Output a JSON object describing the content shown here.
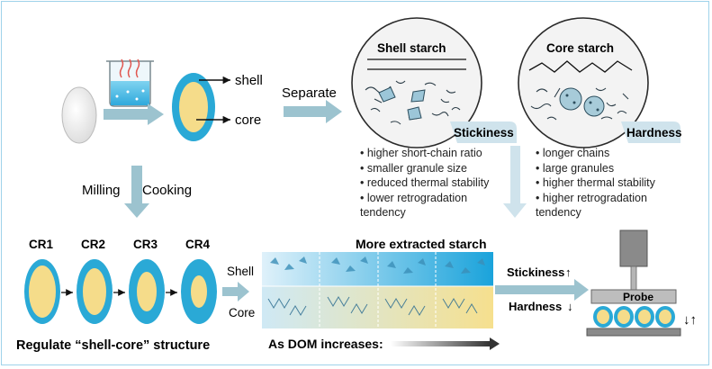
{
  "labels": {
    "shell": "shell",
    "core": "core",
    "separate": "Separate",
    "milling": "Milling",
    "cooking": "Cooking",
    "shell_starch": "Shell starch",
    "core_starch": "Core starch",
    "stickiness_badge": "Stickiness",
    "hardness_badge": "Hardness",
    "cr1": "CR1",
    "cr2": "CR2",
    "cr3": "CR3",
    "cr4": "CR4",
    "regulate": "Regulate “shell-core” structure",
    "more_extracted": "More extracted starch",
    "shell_row": "Shell",
    "core_row": "Core",
    "as_dom": "As DOM increases:",
    "stickiness_up": "Stickiness",
    "hardness_down": "Hardness",
    "probe": "Probe"
  },
  "shell_props": [
    "• higher short-chain ratio",
    "• smaller granule size",
    "• reduced thermal stability",
    "• lower retrogradation",
    "tendency"
  ],
  "core_props": [
    "• longer chains",
    "• large granules",
    "• higher thermal stability",
    "• higher retrogradation",
    "tendency"
  ],
  "symbols": {
    "up_arrow": "↑",
    "down_arrow": "↓",
    "updown": "↓↑"
  },
  "colors": {
    "shell_blue": "#2aa9d6",
    "core_yellow": "#f5dc8a",
    "arrow_blue": "#9cc3cf",
    "badge_blue": "#cfe3ec"
  }
}
